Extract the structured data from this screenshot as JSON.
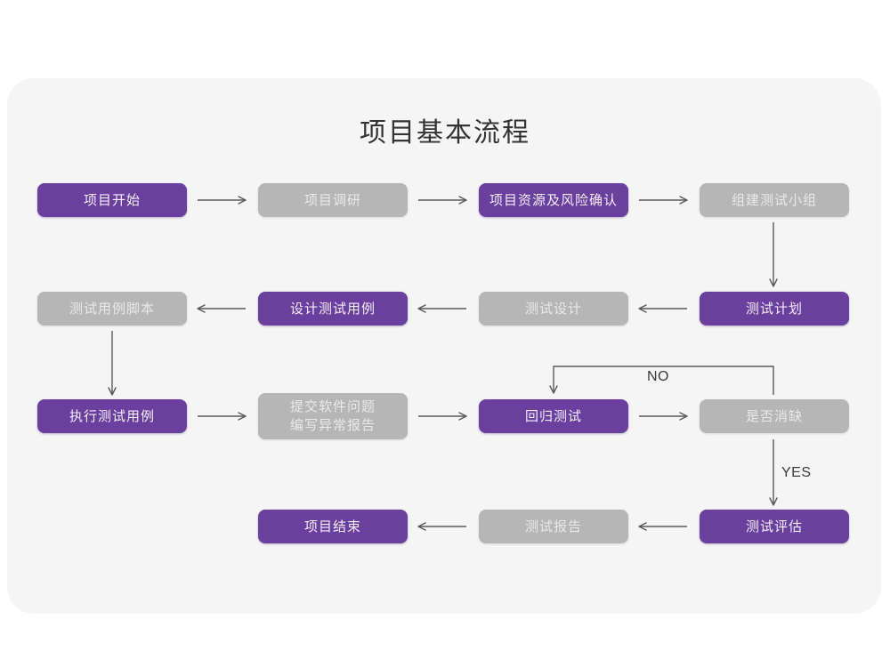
{
  "page": {
    "title": "项目基本流程",
    "background": "#ffffff",
    "card_background": "#f5f5f6"
  },
  "theme": {
    "purple": "#6b3f9e",
    "purple_text": "#f3eef8",
    "gray": "#b6b6b6",
    "gray_text": "#e9e9e9",
    "arrow": "#5a5a5a",
    "title_text": "#333333"
  },
  "chart_data": {
    "type": "diagram",
    "title": "项目基本流程",
    "nodes": [
      {
        "id": "n1",
        "label": "项目开始",
        "style": "purple",
        "row": 1,
        "col": 1
      },
      {
        "id": "n2",
        "label": "项目调研",
        "style": "gray",
        "row": 1,
        "col": 2
      },
      {
        "id": "n3",
        "label": "项目资源及风险确认",
        "style": "purple",
        "row": 1,
        "col": 3
      },
      {
        "id": "n4",
        "label": "组建测试小组",
        "style": "gray",
        "row": 1,
        "col": 4
      },
      {
        "id": "n5",
        "label": "测试用例脚本",
        "style": "gray",
        "row": 2,
        "col": 1
      },
      {
        "id": "n6",
        "label": "设计测试用例",
        "style": "purple",
        "row": 2,
        "col": 2
      },
      {
        "id": "n7",
        "label": "测试设计",
        "style": "gray",
        "row": 2,
        "col": 3
      },
      {
        "id": "n8",
        "label": "测试计划",
        "style": "purple",
        "row": 2,
        "col": 4
      },
      {
        "id": "n9",
        "label": "执行测试用例",
        "style": "purple",
        "row": 3,
        "col": 1
      },
      {
        "id": "n10",
        "label": "提交软件问题\n编写异常报告",
        "style": "gray",
        "row": 3,
        "col": 2
      },
      {
        "id": "n11",
        "label": "回归测试",
        "style": "purple",
        "row": 3,
        "col": 3
      },
      {
        "id": "n12",
        "label": "是否消缺",
        "style": "gray",
        "row": 3,
        "col": 4
      },
      {
        "id": "n13",
        "label": "项目结束",
        "style": "purple",
        "row": 4,
        "col": 2
      },
      {
        "id": "n14",
        "label": "测试报告",
        "style": "gray",
        "row": 4,
        "col": 3
      },
      {
        "id": "n15",
        "label": "测试评估",
        "style": "purple",
        "row": 4,
        "col": 4
      }
    ],
    "edges": [
      {
        "from": "n1",
        "to": "n2",
        "label": "",
        "direction": "right"
      },
      {
        "from": "n2",
        "to": "n3",
        "label": "",
        "direction": "right"
      },
      {
        "from": "n3",
        "to": "n4",
        "label": "",
        "direction": "right"
      },
      {
        "from": "n4",
        "to": "n8",
        "label": "",
        "direction": "down"
      },
      {
        "from": "n8",
        "to": "n7",
        "label": "",
        "direction": "left"
      },
      {
        "from": "n7",
        "to": "n6",
        "label": "",
        "direction": "left"
      },
      {
        "from": "n6",
        "to": "n5",
        "label": "",
        "direction": "left"
      },
      {
        "from": "n5",
        "to": "n9",
        "label": "",
        "direction": "down"
      },
      {
        "from": "n9",
        "to": "n10",
        "label": "",
        "direction": "right"
      },
      {
        "from": "n10",
        "to": "n11",
        "label": "",
        "direction": "right"
      },
      {
        "from": "n11",
        "to": "n12",
        "label": "",
        "direction": "right"
      },
      {
        "from": "n12",
        "to": "n11",
        "label": "NO",
        "direction": "loop-up-left"
      },
      {
        "from": "n12",
        "to": "n15",
        "label": "YES",
        "direction": "down"
      },
      {
        "from": "n15",
        "to": "n14",
        "label": "",
        "direction": "left"
      },
      {
        "from": "n14",
        "to": "n13",
        "label": "",
        "direction": "left"
      }
    ],
    "edge_labels": [
      "NO",
      "YES"
    ]
  },
  "labels": {
    "no": "NO",
    "yes": "YES"
  }
}
